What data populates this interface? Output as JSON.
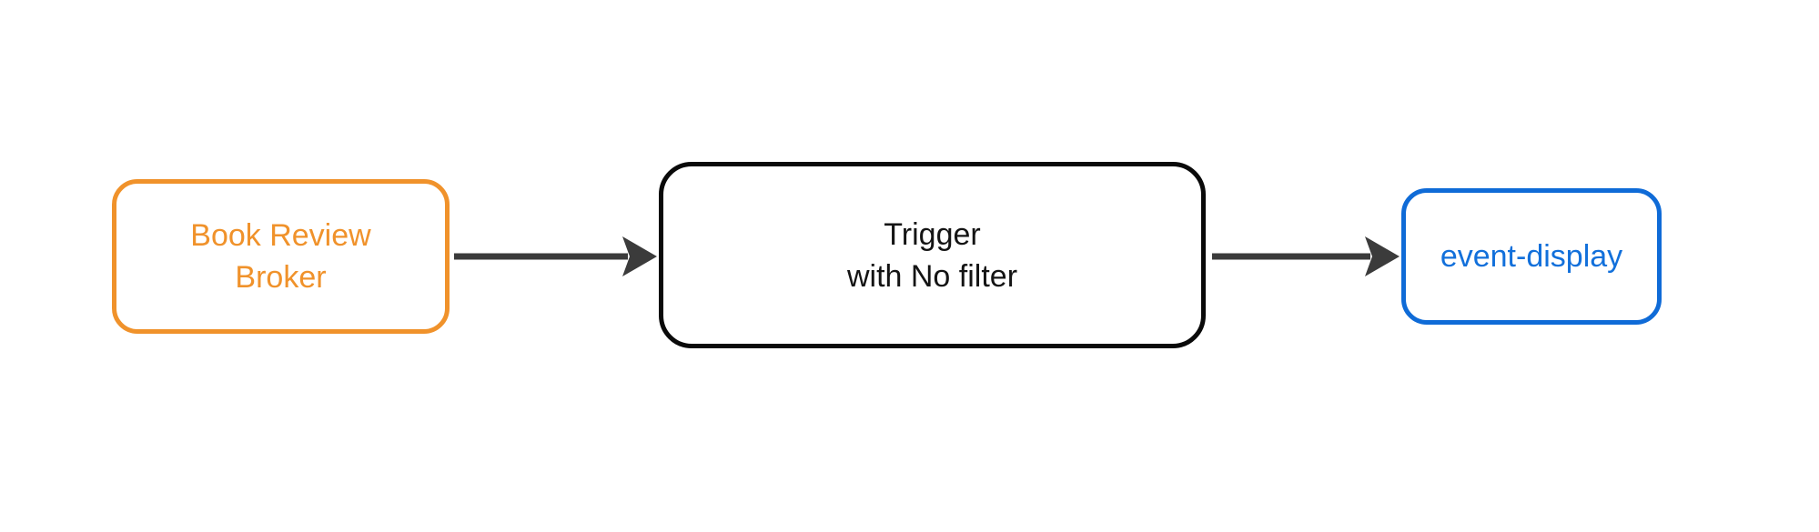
{
  "diagram": {
    "background_color": "#ffffff",
    "nodes": [
      {
        "id": "book-review-broker",
        "label": "Book Review\nBroker",
        "border_color": "#f0922b",
        "text_color": "#f0922b",
        "fill_color": "#ffffff"
      },
      {
        "id": "trigger",
        "label": "Trigger\nwith No filter",
        "border_color": "#0a0a0a",
        "text_color": "#141414",
        "fill_color": "#ffffff"
      },
      {
        "id": "event-display",
        "label": "event-display",
        "border_color": "#0f6bd7",
        "text_color": "#1270db",
        "fill_color": "#ffffff"
      }
    ],
    "edges": [
      {
        "from": "book-review-broker",
        "to": "trigger",
        "color": "#3b3b3b"
      },
      {
        "from": "trigger",
        "to": "event-display",
        "color": "#3b3b3b"
      }
    ]
  }
}
